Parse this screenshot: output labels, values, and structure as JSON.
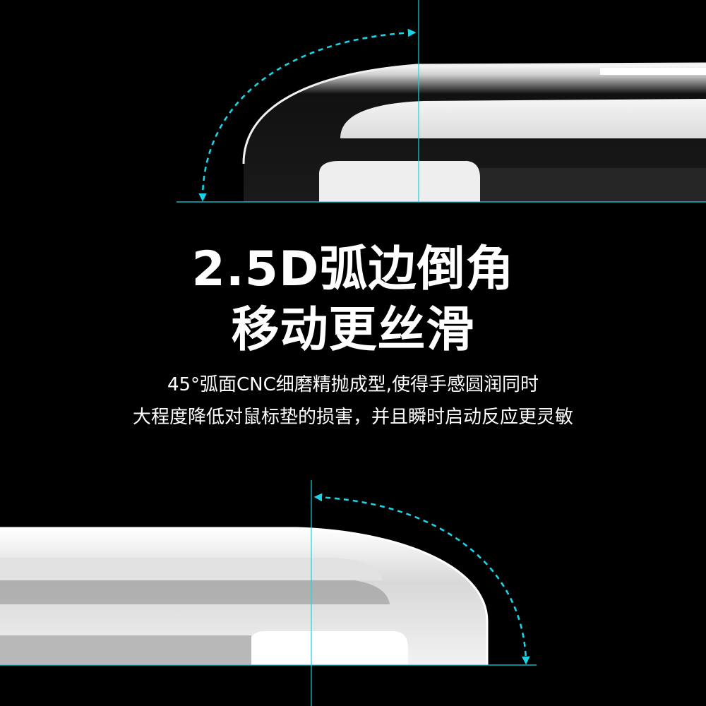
{
  "headline": {
    "line1": "2.5D弧边倒角",
    "line2": "移动更丝滑"
  },
  "description": {
    "line1": "45°弧面CNC细磨精抛成型,使得手感圆润同时",
    "line2": "大程度降低对鼠标垫的损害，并且瞬时启动反应更灵敏"
  },
  "colors": {
    "background": "#000000",
    "text": "#ffffff",
    "accent": "#19d3e6"
  }
}
